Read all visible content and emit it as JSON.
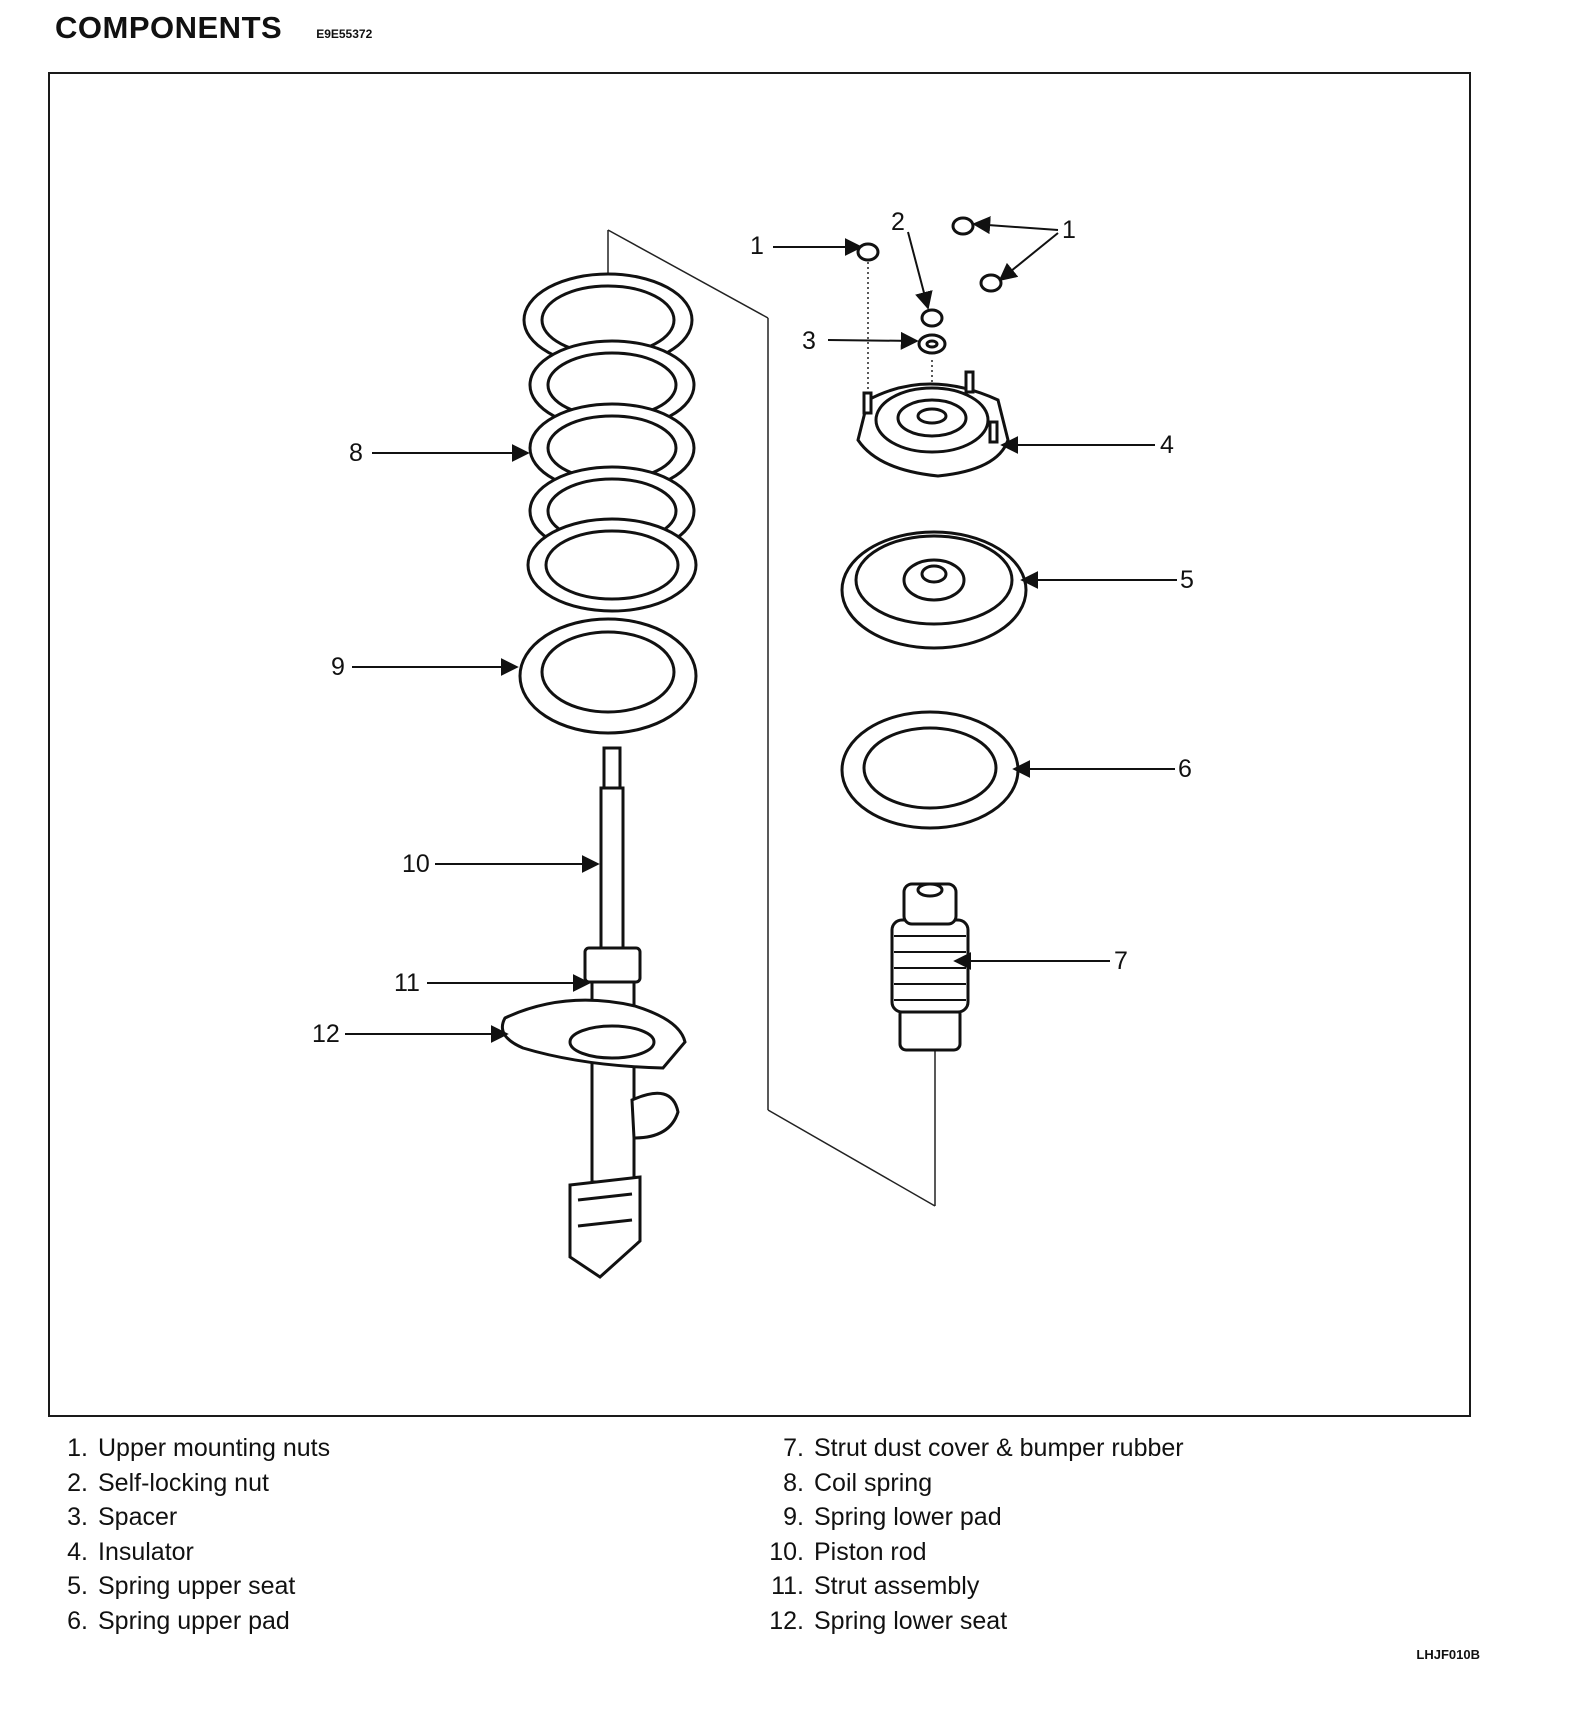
{
  "header": {
    "title": "COMPONENTS",
    "code": "E9E55372"
  },
  "callouts": [
    "1",
    "2",
    "1",
    "3",
    "4",
    "5",
    "6",
    "7",
    "8",
    "9",
    "10",
    "11",
    "12"
  ],
  "legend": {
    "left": [
      {
        "num": "1.",
        "text": "Upper mounting nuts"
      },
      {
        "num": "2.",
        "text": "Self-locking nut"
      },
      {
        "num": "3.",
        "text": "Spacer"
      },
      {
        "num": "4.",
        "text": "Insulator"
      },
      {
        "num": "5.",
        "text": "Spring upper seat"
      },
      {
        "num": "6.",
        "text": "Spring upper pad"
      }
    ],
    "right": [
      {
        "num": "7.",
        "text": "Strut dust cover & bumper rubber"
      },
      {
        "num": "8.",
        "text": "Coil spring"
      },
      {
        "num": "9.",
        "text": "Spring lower pad"
      },
      {
        "num": "10.",
        "text": "Piston rod"
      },
      {
        "num": "11.",
        "text": "Strut assembly"
      },
      {
        "num": "12.",
        "text": "Spring lower seat"
      }
    ]
  },
  "figure_code": "LHJF010B"
}
